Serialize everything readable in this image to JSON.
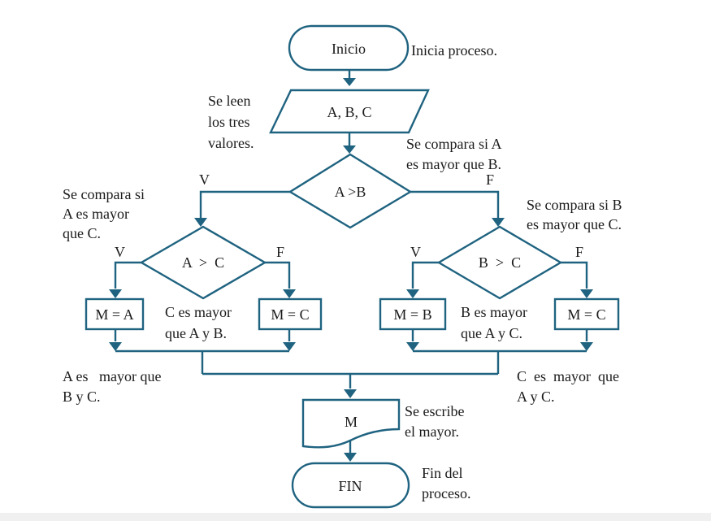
{
  "nodes": {
    "start": "Inicio",
    "input": "A, B, C",
    "decision_main": "A >B",
    "decision_left": "A  >  C",
    "decision_right": "B  >  C",
    "assign_ma": "M = A",
    "assign_mc_left": "M = C",
    "assign_mb": "M = B",
    "assign_mc_right": "M = C",
    "output": "M",
    "end": "FIN"
  },
  "branch_labels": {
    "main_true": "V",
    "main_false": "F",
    "left_true": "V",
    "left_false": "F",
    "right_true": "V",
    "right_false": "F"
  },
  "annotations": {
    "start_note": [
      "Inicia proceso."
    ],
    "read_note": [
      "Se leen",
      "los tres",
      "valores."
    ],
    "compare_ab_note": [
      "Se compara si A",
      "es mayor que B."
    ],
    "compare_ac_note": [
      "Se compara si",
      "A es mayor",
      "que C."
    ],
    "compare_bc_note": [
      "Se compara si B",
      "es mayor que C."
    ],
    "c_max_left_note": [
      "C es mayor",
      "que A y B."
    ],
    "b_max_note": [
      "B es mayor",
      "que A y C."
    ],
    "a_max_note": [
      "A es   mayor que",
      "B y C."
    ],
    "c_max_right_note": [
      "C  es  mayor  que",
      "A y C."
    ],
    "write_note": [
      "Se escribe",
      "el mayor."
    ],
    "end_note": [
      "Fin del",
      "proceso."
    ]
  },
  "colors": {
    "stroke": "#1f6380",
    "text": "#1a1a1a"
  }
}
